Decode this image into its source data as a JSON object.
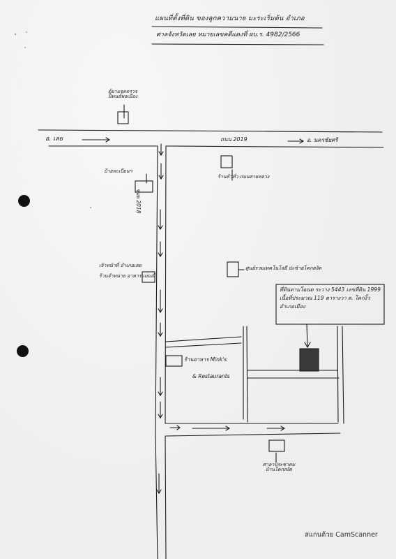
{
  "title": {
    "line1": "แผนที่ตั้งที่ดิน ของลูกความนาย  มะระเริ่มต้น  อำเภอ",
    "line2": "ศาลจังหวัดเลย    หมายเลขคดีแดงที่  ผบ.ร. 4982/2566"
  },
  "labels": {
    "police_box": "ตู้ยามจุดตรวจ\nนิพนธ์พลเมือง",
    "road_left": "อ. เลย",
    "road_name": "ถนน 2019",
    "road_right": "อ. นครชัยศรี",
    "road_vertical": "ซอย 2018",
    "pole_left": "ป้ายทะเบียนฯ",
    "shop_top": "ร้านค้าทั่ว ถนนสายหลวง",
    "shop_left_1": "เจ้าหน้าที่ อำเภอเลย",
    "shop_left_2": "ร้านจำหน่าย อาหารแม่มณี",
    "center_right": "ศูนย์รวมเทคโนโลยี ปะซ้ายโคกสงัด",
    "restaurant_1": "ร้านอาหาร Mink's",
    "restaurant_2": "& Restaurants",
    "bottom_right": "ศาลาประชาคม\nบ้านโคกสงัด",
    "watermark": "สแกนด้วย CamScanner"
  },
  "info_box": {
    "line1": "ที่ดินตามโฉนด  ระวาง 5443  เลขที่ดิน 1999",
    "line2": "เนื้อที่ประมาณ 119  ตารางวา ต. โคกงิ้ว",
    "line3": "อำเภอเมือง"
  },
  "colors": {
    "ink": "#1a1a1a",
    "paper": "#f7f7f5",
    "plot_fill": "#3a3a3a"
  }
}
